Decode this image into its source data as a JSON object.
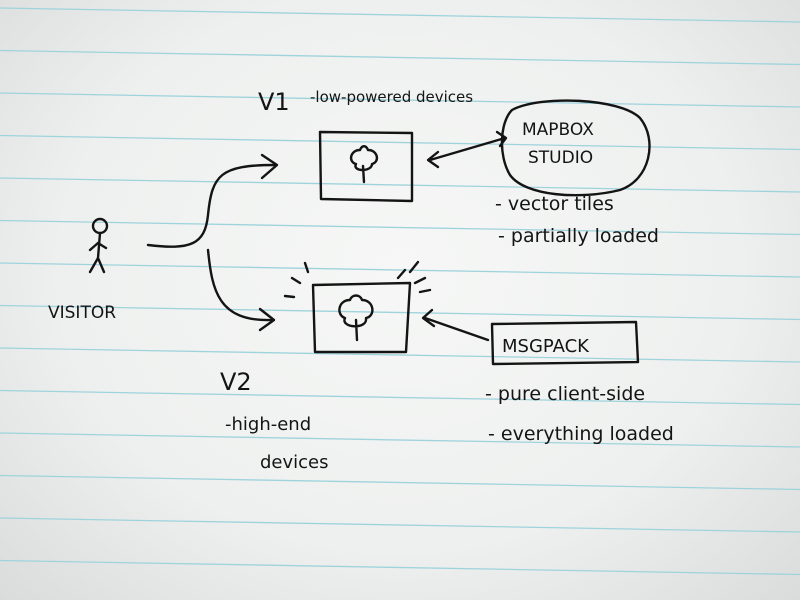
{
  "colors": {
    "ink": "#141414",
    "rule": "#9fd3dc",
    "paper": "#f2f3f2"
  },
  "visitor": {
    "label": "VISITOR"
  },
  "v1": {
    "title": "V1",
    "desc": "-low-powered devices"
  },
  "v2": {
    "title": "V2",
    "desc_line1": "-high-end",
    "desc_line2": "devices"
  },
  "mapbox": {
    "line1": "MAPBOX",
    "line2": "STUDIO",
    "notes": [
      "- vector tiles",
      "- partially loaded"
    ]
  },
  "msgpack": {
    "label": "MSGPACK",
    "notes": [
      "- pure client-side",
      "- everything loaded"
    ]
  }
}
